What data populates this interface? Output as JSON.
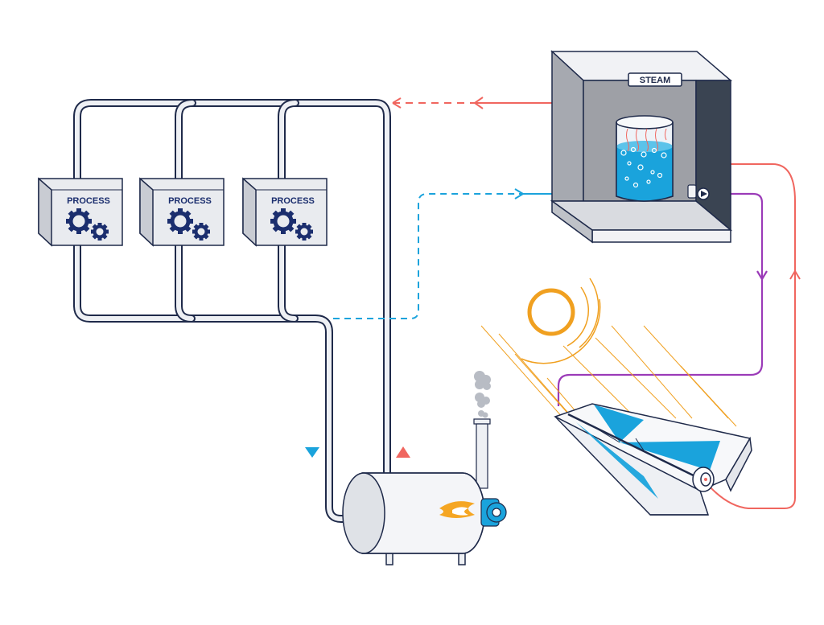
{
  "labels": {
    "process_1": "PROCESS",
    "process_2": "PROCESS",
    "process_3": "PROCESS",
    "steam": "STEAM"
  },
  "colors": {
    "hot_line": "#f0665f",
    "cold_line": "#1aa3dc",
    "solar_loop": "#9b3bb8",
    "pipe_fill": "#eef0f4",
    "outline": "#1f2a4a",
    "gear": "#1b2e6e",
    "sun": "#f0a020",
    "water": "#1aa3dc",
    "housing": "#9ea0a6",
    "housing_dark": "#3a4452",
    "flame": "#f5a623",
    "burner": "#1aa3dc",
    "smoke": "#b8bcc4"
  },
  "icons": {
    "process_icon": "gears-icon",
    "sun_icon": "sun-icon",
    "flame_icon": "flame-icon",
    "pump_icon": "pump-icon"
  }
}
